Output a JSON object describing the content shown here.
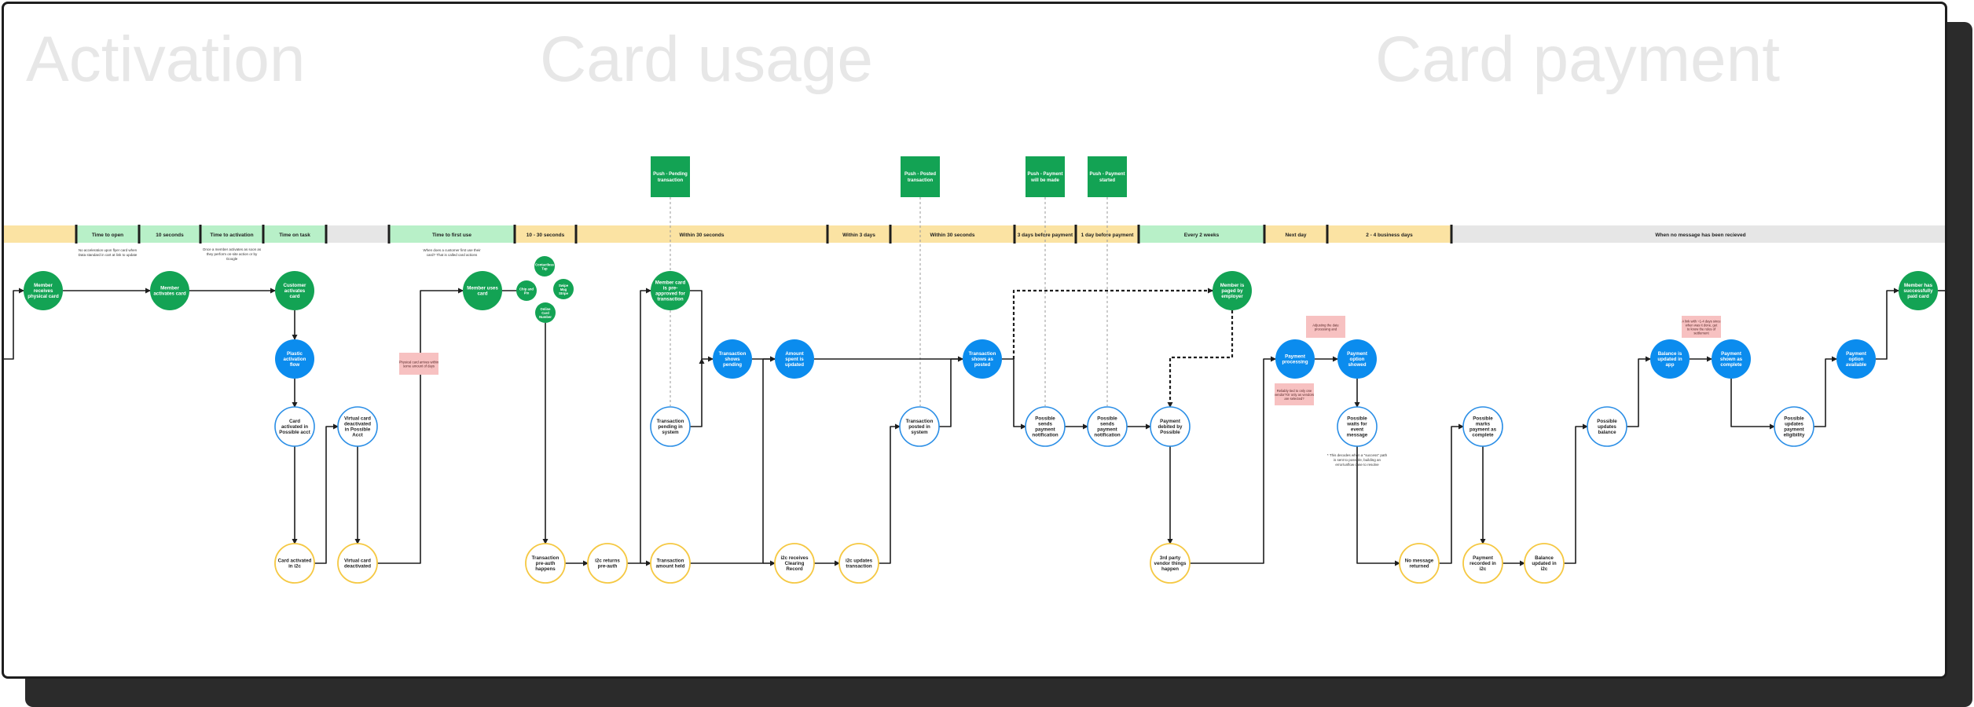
{
  "sections": [
    {
      "id": "activation",
      "label": "Activation"
    },
    {
      "id": "card-usage",
      "label": "Card usage"
    },
    {
      "id": "card-payment",
      "label": "Card payment"
    }
  ],
  "timeline": [
    {
      "id": "t0",
      "label": ""
    },
    {
      "id": "t1",
      "label": "Time to open"
    },
    {
      "id": "t2",
      "label": "10 seconds"
    },
    {
      "id": "t3",
      "label": "Time to activation"
    },
    {
      "id": "t4",
      "label": "Time on task"
    },
    {
      "id": "t5",
      "label": ""
    },
    {
      "id": "t6",
      "label": "Time to first use"
    },
    {
      "id": "t7",
      "label": "10 - 30 seconds"
    },
    {
      "id": "t8",
      "label": "Within 30 seconds"
    },
    {
      "id": "t9",
      "label": "Within 3 days"
    },
    {
      "id": "t10",
      "label": "Within 30 seconds"
    },
    {
      "id": "t11",
      "label": "3 days before payment"
    },
    {
      "id": "t12",
      "label": "1 day before payment"
    },
    {
      "id": "t13",
      "label": "Every 2 weeks"
    },
    {
      "id": "t14",
      "label": "Next day"
    },
    {
      "id": "t15",
      "label": "2 - 4 business days"
    },
    {
      "id": "t16",
      "label": "When no message has been recieved"
    }
  ],
  "timeline_notes": [
    {
      "id": "tn1",
      "lines": [
        "No acceleration upon flyer card when",
        "Data standard in cart at link to update"
      ]
    },
    {
      "id": "tn2",
      "lines": [
        "Once a member activates as soon as",
        "they perform on-site action or by",
        "Google"
      ]
    },
    {
      "id": "tn3",
      "lines": [
        "When does a customer first use their",
        "card? That is called card actions"
      ]
    }
  ],
  "nodes": [
    {
      "id": "n1",
      "lines": [
        "Member",
        "receives",
        "physical card"
      ]
    },
    {
      "id": "n2",
      "lines": [
        "Member",
        "activates card"
      ]
    },
    {
      "id": "n3",
      "lines": [
        "Customer",
        "activates",
        "card"
      ]
    },
    {
      "id": "n4",
      "lines": [
        "Plastic",
        "activation",
        "flow"
      ]
    },
    {
      "id": "n5",
      "lines": [
        "Card",
        "activated in",
        "Possible acct"
      ]
    },
    {
      "id": "n6",
      "lines": [
        "Virtual card",
        "deactivated",
        "in Possible",
        "Acct"
      ]
    },
    {
      "id": "n7",
      "lines": [
        "Card activated",
        "in i2c"
      ]
    },
    {
      "id": "n8",
      "lines": [
        "Virtual card",
        "deactivated"
      ]
    },
    {
      "id": "n9",
      "lines": [
        "Member uses",
        "card"
      ]
    },
    {
      "id": "c1",
      "lines": [
        "Contactless",
        "Tap"
      ]
    },
    {
      "id": "c2",
      "lines": [
        "Chip and",
        "Pin"
      ]
    },
    {
      "id": "c3",
      "lines": [
        "Swipe",
        "Mag",
        "Stripe"
      ]
    },
    {
      "id": "c4",
      "lines": [
        "Online",
        "Card",
        "Number"
      ]
    },
    {
      "id": "n10",
      "lines": [
        "Transaction",
        "pre-auth",
        "happens"
      ]
    },
    {
      "id": "n11",
      "lines": [
        "i2c returns",
        "pre-auth"
      ]
    },
    {
      "id": "n12",
      "lines": [
        "Member card",
        "is pre-",
        "approved for",
        "transaction"
      ]
    },
    {
      "id": "n13",
      "lines": [
        "Transaction",
        "pending in",
        "system"
      ]
    },
    {
      "id": "n14",
      "lines": [
        "Transaction",
        "amount held"
      ]
    },
    {
      "id": "n15",
      "lines": [
        "Transaction",
        "shows",
        "pending"
      ]
    },
    {
      "id": "n16",
      "lines": [
        "Amount",
        "spent is",
        "updated"
      ]
    },
    {
      "id": "n17",
      "lines": [
        "i2c receives",
        "Clearing",
        "Record"
      ]
    },
    {
      "id": "n18",
      "lines": [
        "i2c updates",
        "transaction"
      ]
    },
    {
      "id": "n19",
      "lines": [
        "Transaction",
        "posted in",
        "system"
      ]
    },
    {
      "id": "n20",
      "lines": [
        "Transaction",
        "shows as",
        "posted"
      ]
    },
    {
      "id": "n21",
      "lines": [
        "Possible",
        "sends",
        "payment",
        "notification"
      ]
    },
    {
      "id": "n22",
      "lines": [
        "Possible",
        "sends",
        "payment",
        "notification"
      ]
    },
    {
      "id": "n23",
      "lines": [
        "Member is",
        "paged by",
        "employer"
      ]
    },
    {
      "id": "n24",
      "lines": [
        "Payment",
        "debited by",
        "Possible"
      ]
    },
    {
      "id": "n25",
      "lines": [
        "3rd party",
        "vendor things",
        "happen"
      ]
    },
    {
      "id": "n26",
      "lines": [
        "Payment",
        "processing"
      ]
    },
    {
      "id": "n27",
      "lines": [
        "Payment",
        "option",
        "showed"
      ]
    },
    {
      "id": "n28",
      "lines": [
        "Possible",
        "waits for",
        "event",
        "message"
      ]
    },
    {
      "id": "n29",
      "lines": [
        "No message",
        "returned"
      ]
    },
    {
      "id": "n30",
      "lines": [
        "Possible",
        "marks",
        "payment as",
        "complete"
      ]
    },
    {
      "id": "n31",
      "lines": [
        "Payment",
        "recorded in",
        "i2c"
      ]
    },
    {
      "id": "n32",
      "lines": [
        "Balance",
        "updated in",
        "i2c"
      ]
    },
    {
      "id": "n33",
      "lines": [
        "Possible",
        "updates",
        "balance"
      ]
    },
    {
      "id": "n34",
      "lines": [
        "Balance is",
        "updated in",
        "app"
      ]
    },
    {
      "id": "n35",
      "lines": [
        "Payment",
        "shown as",
        "complete"
      ]
    },
    {
      "id": "n36",
      "lines": [
        "Possible",
        "updates",
        "payment",
        "eligibility"
      ]
    },
    {
      "id": "n37",
      "lines": [
        "Payment",
        "option",
        "available"
      ]
    },
    {
      "id": "n38",
      "lines": [
        "Member has",
        "successfully",
        "paid card"
      ]
    }
  ],
  "pushes": [
    {
      "id": "p1",
      "lines": [
        "Push - Pending",
        "transaction"
      ]
    },
    {
      "id": "p2",
      "lines": [
        "Push - Posted",
        "transaction"
      ]
    },
    {
      "id": "p3",
      "lines": [
        "Push - Payment",
        "will be made"
      ]
    },
    {
      "id": "p4",
      "lines": [
        "Push - Payment",
        "started"
      ]
    }
  ],
  "stickies": [
    {
      "id": "s1",
      "lines": [
        "Physical card arrives within",
        "some amount of days"
      ]
    },
    {
      "id": "s2",
      "lines": [
        "Adjusting the date",
        "processing and"
      ]
    },
    {
      "id": "s3",
      "lines": [
        "Reliably tied to only one",
        "vendor?Or only as vendors",
        "are selected?"
      ]
    },
    {
      "id": "s4",
      "lines": [
        "A link with ~1-4 days since",
        "when was it done, get",
        "to know the rules of",
        "settlement"
      ]
    }
  ],
  "node_notes": [
    {
      "id": "nn1",
      "lines": [
        "* This decodes when a \"success\" path",
        "is sent to possible, building an",
        "error/unflow case to resolve"
      ]
    }
  ],
  "colors": {
    "green": "#13a354",
    "blue": "#0b8cee",
    "yellow_stroke": "#f5c842",
    "blue_stroke": "#2a8ee6",
    "tl_yellow": "#fbe3a3",
    "tl_green": "#b8f0c8",
    "tl_gray": "#e6e6e6",
    "sticky": "#f7c1c1"
  }
}
